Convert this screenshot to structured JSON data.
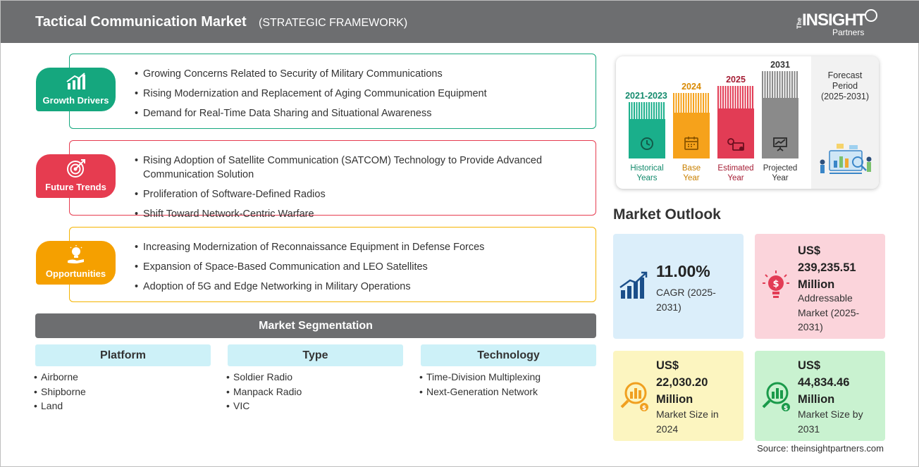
{
  "header": {
    "title": "Tactical Communication Market",
    "subtitle": "(STRATEGIC FRAMEWORK)",
    "logo_the": "The",
    "logo_insight": "INSIGHT",
    "logo_partners": "Partners"
  },
  "growth_drivers": {
    "label": "Growth Drivers",
    "color": "#15a77e",
    "items": [
      "Growing Concerns Related to Security of Military Communications",
      "Rising Modernization and Replacement of Aging Communication Equipment",
      "Demand for Real-Time Data Sharing and Situational Awareness"
    ]
  },
  "future_trends": {
    "label": "Future Trends",
    "color": "#e63c50",
    "items": [
      "Rising Adoption of Satellite Communication (SATCOM) Technology to Provide Advanced Communication Solution",
      "Proliferation of Software-Defined Radios",
      "Shift Toward Network-Centric Warfare"
    ]
  },
  "opportunities": {
    "label": "Opportunities",
    "color": "#f5a000",
    "items": [
      "Increasing Modernization of Reconnaissance Equipment in Defense Forces",
      "Expansion of Space-Based Communication and LEO Satellites",
      "Adoption of 5G and Edge Networking in Military Operations"
    ]
  },
  "segmentation": {
    "title": "Market Segmentation",
    "columns": [
      {
        "heading": "Platform",
        "items": [
          "Airborne",
          "Shipborne",
          "Land"
        ]
      },
      {
        "heading": "Type",
        "items": [
          "Soldier Radio",
          "Manpack Radio",
          "VIC"
        ]
      },
      {
        "heading": "Technology",
        "items": [
          "Time-Division Multiplexing",
          "Next-Generation Network"
        ]
      }
    ]
  },
  "timeline": {
    "bars": [
      {
        "year": "2021-2023",
        "label_line1": "Historical",
        "label_line2": "Years",
        "color": "#1aaf8b",
        "year_color": "#138a6c",
        "label_color": "#138a6c"
      },
      {
        "year": "2024",
        "label_line1": "Base",
        "label_line2": "Year",
        "color": "#f6a21b",
        "year_color": "#d98900",
        "label_color": "#c98000"
      },
      {
        "year": "2025",
        "label_line1": "Estimated",
        "label_line2": "Year",
        "color": "#e23c55",
        "year_color": "#a51d34",
        "label_color": "#a51d34"
      },
      {
        "year": "2031",
        "label_line1": "Projected",
        "label_line2": "Year",
        "color": "#8a8a8a",
        "year_color": "#333333",
        "label_color": "#333333"
      }
    ],
    "forecast_line1": "Forecast",
    "forecast_line2": "Period",
    "forecast_line3": "(2025-2031)"
  },
  "outlook": {
    "title": "Market Outlook",
    "cagr": {
      "value": "11.00%",
      "line1": "CAGR (2025-",
      "line2": "2031)",
      "bg": "#dbeefa"
    },
    "addressable": {
      "line1": "US$",
      "line2": "239,235.51",
      "line3": "Million",
      "desc1": "Addressable",
      "desc2": "Market (2025-",
      "desc3": "2031)",
      "bg": "#fbd4db"
    },
    "size2024": {
      "line1": "US$",
      "line2": "22,030.20",
      "line3": "Million",
      "desc1": "Market Size in",
      "desc2": "2024",
      "bg": "#fcf5c0"
    },
    "size2031": {
      "line1": "US$",
      "line2": "44,834.46",
      "line3": "Million",
      "desc1": "Market Size by",
      "desc2": "2031",
      "bg": "#c9f2d0"
    }
  },
  "source": "Source: theinsightpartners.com"
}
